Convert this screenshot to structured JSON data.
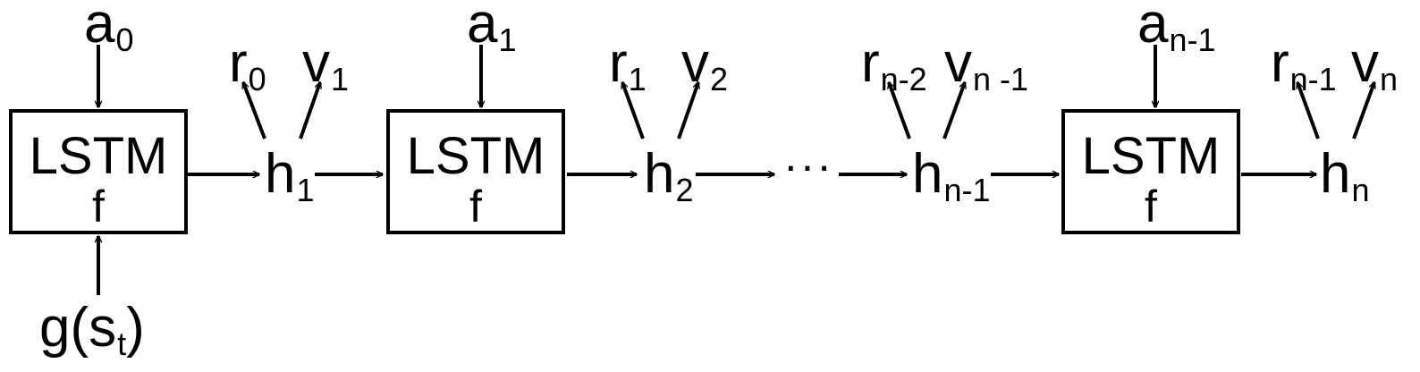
{
  "cells": [
    {
      "line1": "LSTM",
      "line2": "f"
    },
    {
      "line1": "LSTM",
      "line2": "f"
    },
    {
      "line1": "LSTM",
      "line2": "f"
    }
  ],
  "actions": [
    {
      "base": "a",
      "sub": "0"
    },
    {
      "base": "a",
      "sub": "1"
    },
    {
      "base": "a",
      "sub": "n-1"
    }
  ],
  "hidden": [
    {
      "base": "h",
      "sub": "1"
    },
    {
      "base": "h",
      "sub": "2"
    },
    {
      "base": "h",
      "sub": "n-1"
    },
    {
      "base": "h",
      "sub": "n"
    }
  ],
  "rewards": [
    {
      "base": "r",
      "sub": "0"
    },
    {
      "base": "r",
      "sub": "1"
    },
    {
      "base": "r",
      "sub": "n-2"
    },
    {
      "base": "r",
      "sub": "n-1"
    }
  ],
  "values": [
    {
      "base": "v",
      "sub": "1"
    },
    {
      "base": "v",
      "sub": "2"
    },
    {
      "base": "v",
      "sub": "n -1"
    },
    {
      "base": "v",
      "sub": "n"
    }
  ],
  "encoder_input": {
    "prefix": "g(s",
    "sub": "t",
    "suffix": ")"
  },
  "ellipsis": "···"
}
